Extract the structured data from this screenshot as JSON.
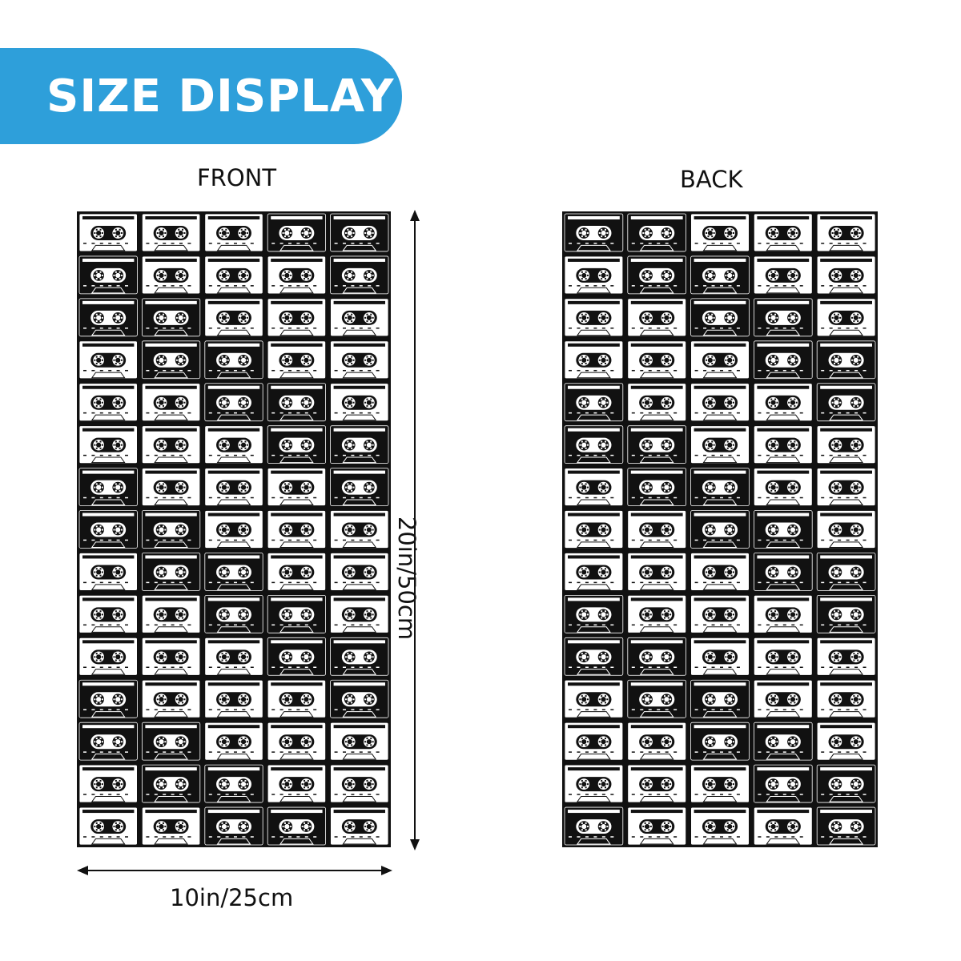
{
  "banner": {
    "title": "SIZE DISPLAY",
    "color": "#2e9fda"
  },
  "views": {
    "front_label": "FRONT",
    "back_label": "BACK"
  },
  "dimensions": {
    "width_label": "10in/25cm",
    "height_label": "20in/50cm"
  },
  "pattern": {
    "motif": "cassette-tape-icon",
    "colors": [
      "#111111",
      "#ffffff"
    ]
  }
}
